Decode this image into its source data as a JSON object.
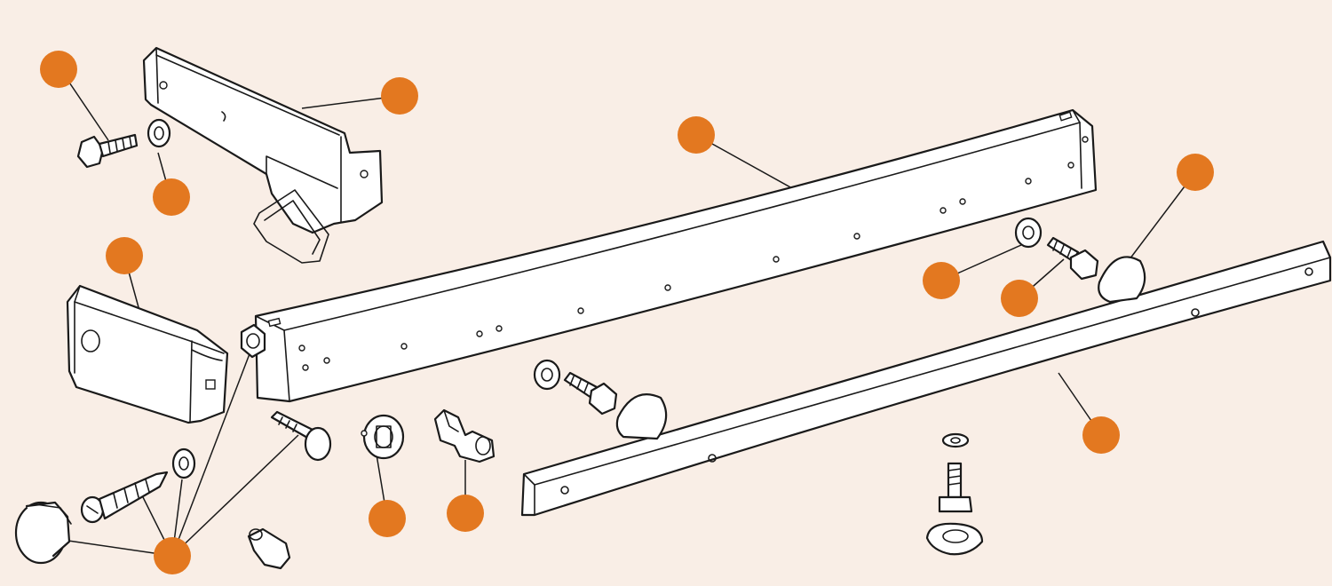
{
  "diagram": {
    "style": "exploded parts diagram of a bumper assembly",
    "background_color": "#f9eee6",
    "callout_color": "#e37820",
    "line_color": "#1a1a1a",
    "callouts": [
      {
        "name": "callout-bracket-bolt"
      },
      {
        "name": "callout-bracket-washer"
      },
      {
        "name": "callout-mounting-bracket"
      },
      {
        "name": "callout-bumper-bar"
      },
      {
        "name": "callout-end-cap"
      },
      {
        "name": "callout-cap-nut"
      },
      {
        "name": "callout-small-washer"
      },
      {
        "name": "callout-stud-bolt"
      },
      {
        "name": "callout-fastener-group"
      },
      {
        "name": "callout-clip-fastener"
      },
      {
        "name": "callout-push-clip"
      },
      {
        "name": "callout-rubber-strip"
      }
    ]
  }
}
